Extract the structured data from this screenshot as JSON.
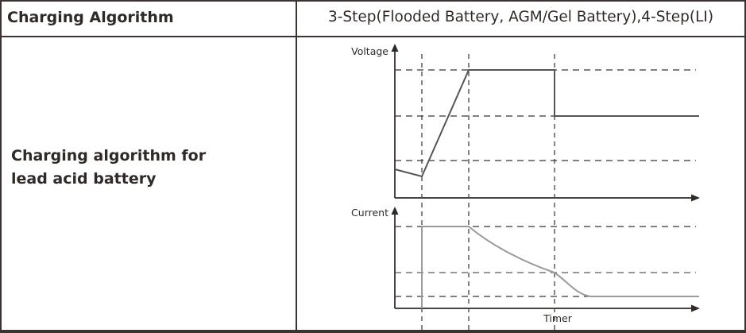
{
  "table": {
    "header": {
      "label": "Charging Algorithm",
      "value": "3-Step(Flooded Battery, AGM/Gel Battery),4-Step(LI)"
    },
    "row": {
      "label_lines": [
        "Charging algorithm for",
        "lead acid battery"
      ]
    }
  },
  "diagram": {
    "voltage_chart": {
      "ylabel": "Voltage",
      "series_color": "#555555",
      "points": [
        [
          0,
          0.19
        ],
        [
          0.19,
          0.14
        ],
        [
          0.51,
          0.86
        ],
        [
          1.1,
          0.86
        ],
        [
          1.1,
          0.55
        ],
        [
          2.1,
          0.55
        ]
      ],
      "reference_levels": [
        0.86,
        0.55,
        0.25
      ]
    },
    "current_chart": {
      "ylabel": "Current",
      "xlabel": "Timer",
      "series_color": "#9a9a9a",
      "reference_levels": [
        0.82,
        0.36,
        0.12
      ]
    },
    "phase_boundaries": [
      0.19,
      0.51,
      1.1
    ],
    "colors": {
      "border": "#3a3330",
      "axis": "#4a4442",
      "dash": "#3a3330",
      "text": "#2f2a28"
    }
  }
}
